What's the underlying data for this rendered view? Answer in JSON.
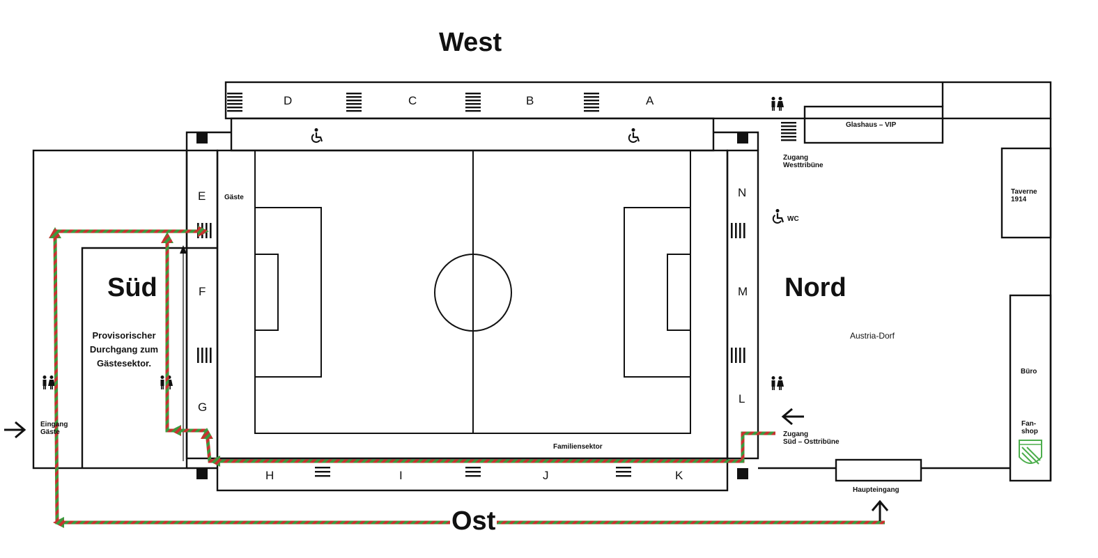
{
  "compass": {
    "west": "West",
    "ost": "Ost"
  },
  "stands": {
    "sued": "Süd",
    "nord": "Nord"
  },
  "sectors": {
    "a": "A",
    "b": "B",
    "c": "C",
    "d": "D",
    "e": "E",
    "f": "F",
    "g": "G",
    "h": "H",
    "i": "I",
    "j": "J",
    "k": "K",
    "l": "L",
    "m": "M",
    "n": "N"
  },
  "areas": {
    "gaeste": "Gäste",
    "familiensektor": "Familiensektor",
    "glashaus": "Glashaus – VIP",
    "zugang_west_1": "Zugang",
    "zugang_west_2": "Westtribüne",
    "taverne_1": "Taverne",
    "taverne_2": "1914",
    "wc": "WC",
    "austria_dorf": "Austria-Dorf",
    "buero": "Büro",
    "fanshop_1": "Fan-",
    "fanshop_2": "shop",
    "zugang_so_1": "Zugang",
    "zugang_so_2": "Süd – Osttribüne",
    "haupteingang": "Haupteingang",
    "eingang_1": "Eingang",
    "eingang_2": "Gäste"
  },
  "note": "Provisorischer Durchgang zum Gästesektor.",
  "icons": [
    "wheelchair-icon",
    "toilet-icon",
    "stairs-icon",
    "arrow-left-icon",
    "arrow-right-icon",
    "arrow-up-icon",
    "crest-icon"
  ],
  "colors": {
    "route_red": "#c8322f",
    "route_green": "#3b9a3e",
    "fanshop_green": "#4cae4c"
  }
}
